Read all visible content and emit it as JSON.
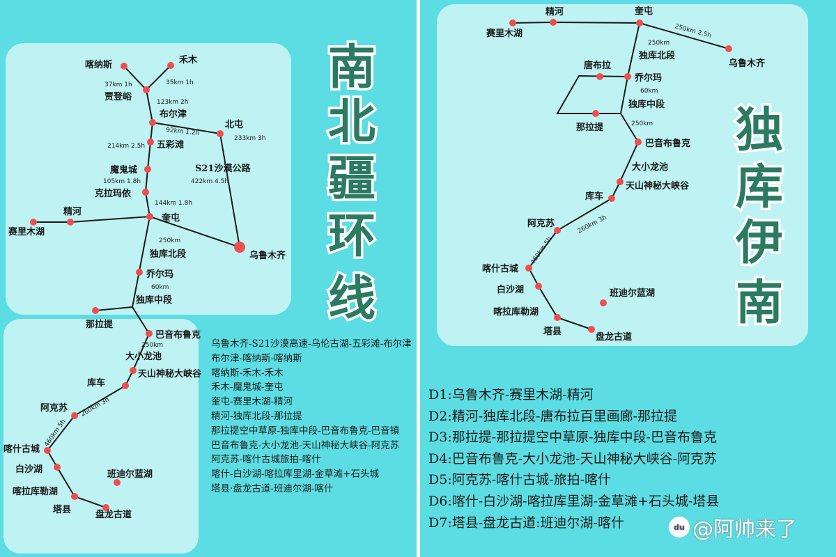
{
  "left": {
    "title_chars": [
      "南",
      "北",
      "疆",
      "环",
      "线"
    ],
    "nodes": {
      "kanas": "喀纳斯",
      "hemu": "禾木",
      "jiadengyu": "贾登峪",
      "burqin": "布尔津",
      "beitun": "北屯",
      "wucaitan": "五彩滩",
      "moguicheng": "魔鬼城",
      "karamay": "克拉玛依",
      "kuytun": "奎屯",
      "jinghe": "精河",
      "sayram": "赛里木湖",
      "urumqi": "乌鲁木齐",
      "qiaoerma": "乔尔玛",
      "nalati": "那拉提",
      "bayinbuluke": "巴音布鲁克",
      "daxiaolongchi": "大小龙池",
      "tianshan": "天山神秘大峡谷",
      "kuqa": "库车",
      "aksu": "阿克苏",
      "kashgar": "喀什古城",
      "baishahu": "白沙湖",
      "bandier": "班迪尔蓝湖",
      "karakul": "喀拉库勒湖",
      "taxian": "塔县",
      "panlong": "盘龙古道",
      "s21": "S21沙漠公路",
      "duku_north": "独库北段",
      "duku_mid": "独库中段"
    },
    "distances": {
      "kanas": "37km 1h",
      "hemu": "35km 1h",
      "jiadengyu_burqin": "123km 2h",
      "burqin_beitun": "92km 1.2h",
      "beitun_urumqi": "233km 3h",
      "burqin_karamay": "214km 2.5h",
      "mogui": "105km 1.8h",
      "s21": "422km 4.5h",
      "karamay_kuytun": "144km 1.8h",
      "duku_north": "250km",
      "duku_mid": "60km",
      "bayin": "250km",
      "kuqa_aksu": "260km 3h",
      "aksu_kashgar": "460km 5h"
    },
    "itinerary": [
      "乌鲁木齐-S21沙漠高速-乌伦古湖-五彩滩-布尔津",
      "布尔津-喀纳斯-喀纳斯",
      "喀纳斯-禾木-禾木",
      "禾木-魔鬼城-奎屯",
      "奎屯-赛里木湖-精河",
      "精河-独库北段-那拉提",
      "那拉提空中草原-独库中段-巴音布鲁克-巴音镇",
      "巴音布鲁克-大小龙池-天山神秘大峡谷-阿克苏",
      "阿克苏-喀什古城旅拍-喀什",
      "喀什-白沙湖-喀拉库里湖-金草滩+石头城",
      "塔县·盘龙古道-班迪尔湖-喀什"
    ]
  },
  "right": {
    "title_chars": [
      "独",
      "库",
      "伊",
      "南"
    ],
    "nodes": {
      "jinghe": "精河",
      "kuytun": "奎屯",
      "sayram": "赛里木湖",
      "urumqi": "乌鲁木齐",
      "tangbula": "唐布拉",
      "qiaoerma": "乔尔玛",
      "nalati": "那拉提",
      "bayinbuluke": "巴音布鲁克",
      "daxiaolongchi": "大小龙池",
      "tianshan": "天山神秘大峡谷",
      "kuqa": "库车",
      "aksu": "阿克苏",
      "kashgar": "喀什古城",
      "baishahu": "白沙湖",
      "bandier": "班迪尔蓝湖",
      "karakul": "喀拉库勒湖",
      "taxian": "塔县",
      "panlong": "盘龙古道",
      "duku_north": "独库北段",
      "duku_mid": "独库中段"
    },
    "distances": {
      "kuytun_urumqi": "250km 2.5h",
      "duku_north": "250km",
      "duku_mid": "60km",
      "bayin": "250km",
      "kuqa_aksu": "260km 3h",
      "aksu_kashgar": "460km 5h"
    },
    "days": [
      "D1:乌鲁木齐-赛里木湖-精河",
      "D2:精河-独库北段-唐布拉百里画廊-那拉提",
      "D3:那拉提-那拉提空中草原-独库中段-巴音布鲁克",
      "D4:巴音布鲁克-大小龙池-天山神秘大峡谷-阿克苏",
      "D5:阿克苏-喀什古城-旅拍-喀什",
      "D6:喀什-白沙湖-喀拉库里湖-金草滩+石头城-塔县",
      "D7:塔县-盘龙古道:班迪尔湖-喀什"
    ]
  },
  "watermark": {
    "logo": "du",
    "text": "@阿帅来了"
  },
  "colors": {
    "panel": "#5bdde3",
    "inner": "#bff2f3",
    "title": "#2c7a62",
    "dot": "#ef4e4e"
  }
}
